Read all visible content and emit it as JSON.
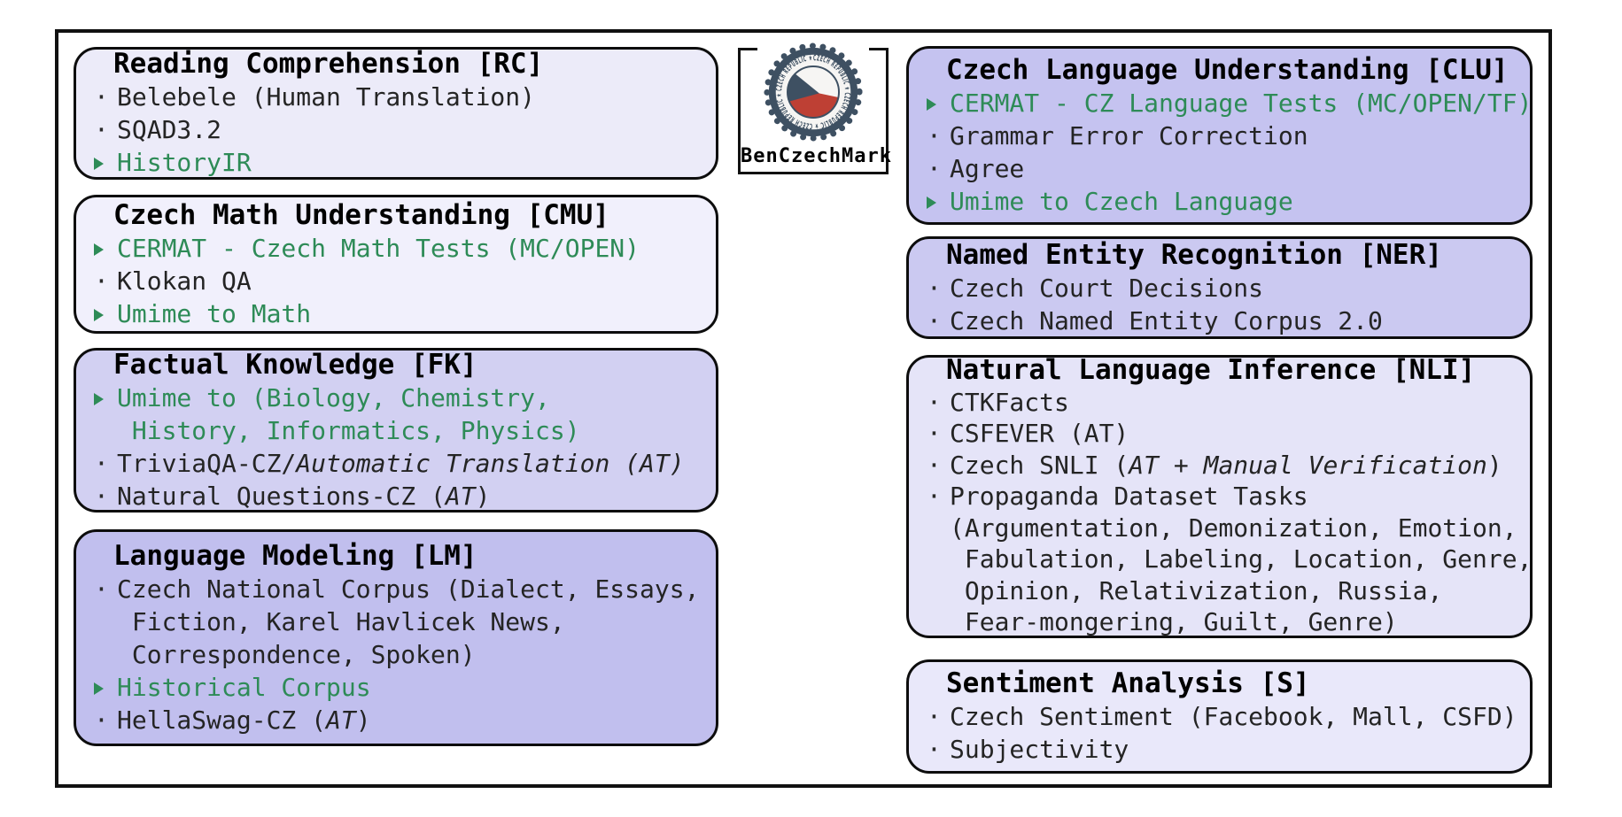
{
  "logo": {
    "label": "BenCzechMark",
    "ring_text": "CZECH REPUBLIC ★ CZECH REPUBLIC ★ CZECH REPUBLIC ★ CZECH REPUBLIC ★",
    "colors": {
      "navy": "#3E5062",
      "red": "#BE4034",
      "white": "#F6F5F3"
    }
  },
  "colors": {
    "green": "#2E8B57",
    "dark_text": "#242424",
    "title": "#000000"
  },
  "boxes": [
    {
      "id": "rc",
      "title": "Reading Comprehension [RC]",
      "bg": "#ECEBF9",
      "items": [
        {
          "bullet": "dot",
          "green": false,
          "lines": [
            [
              {
                "t": "Belebele (Human Translation)"
              }
            ]
          ]
        },
        {
          "bullet": "dot",
          "green": false,
          "lines": [
            [
              {
                "t": "SQAD3.2"
              }
            ]
          ]
        },
        {
          "bullet": "triangle",
          "green": true,
          "lines": [
            [
              {
                "t": "HistoryIR"
              }
            ]
          ]
        }
      ]
    },
    {
      "id": "cmu",
      "title": "Czech Math Understanding [CMU]",
      "bg": "#F1F0FC",
      "items": [
        {
          "bullet": "triangle",
          "green": true,
          "lines": [
            [
              {
                "t": "CERMAT - Czech Math Tests (MC/OPEN)"
              }
            ]
          ]
        },
        {
          "bullet": "dot",
          "green": false,
          "lines": [
            [
              {
                "t": "Klokan QA"
              }
            ]
          ]
        },
        {
          "bullet": "triangle",
          "green": true,
          "lines": [
            [
              {
                "t": "Umime to Math"
              }
            ]
          ]
        }
      ]
    },
    {
      "id": "fk",
      "title": "Factual Knowledge [FK]",
      "bg": "#D2D0F2",
      "items": [
        {
          "bullet": "triangle",
          "green": true,
          "lines": [
            [
              {
                "t": "Umime to (Biology, Chemistry,"
              }
            ],
            [
              {
                "t": " History, Informatics, Physics)"
              }
            ]
          ]
        },
        {
          "bullet": "dot",
          "green": false,
          "lines": [
            [
              {
                "t": "TriviaQA-CZ/"
              },
              {
                "t": "Automatic Translation (AT)",
                "i": true
              }
            ]
          ]
        },
        {
          "bullet": "dot",
          "green": false,
          "lines": [
            [
              {
                "t": "Natural Questions-CZ ("
              },
              {
                "t": "AT",
                "i": true
              },
              {
                "t": ")"
              }
            ]
          ]
        }
      ]
    },
    {
      "id": "lm",
      "title": "Language Modeling [LM]",
      "bg": "#C1BFEE",
      "items": [
        {
          "bullet": "dot",
          "green": false,
          "lines": [
            [
              {
                "t": "Czech National Corpus (Dialect, Essays,"
              }
            ],
            [
              {
                "t": " Fiction, Karel Havlicek News,"
              }
            ],
            [
              {
                "t": " Correspondence, Spoken)"
              }
            ]
          ]
        },
        {
          "bullet": "triangle",
          "green": true,
          "lines": [
            [
              {
                "t": "Historical Corpus"
              }
            ]
          ]
        },
        {
          "bullet": "dot",
          "green": false,
          "lines": [
            [
              {
                "t": "HellaSwag-CZ ("
              },
              {
                "t": "AT",
                "i": true
              },
              {
                "t": ")"
              }
            ]
          ]
        }
      ]
    },
    {
      "id": "clu",
      "title": "Czech Language Understanding [CLU]",
      "bg": "#C5C3F0",
      "items": [
        {
          "bullet": "triangle",
          "green": true,
          "lines": [
            [
              {
                "t": "CERMAT - CZ Language Tests (MC/OPEN/TF)"
              }
            ]
          ]
        },
        {
          "bullet": "dot",
          "green": false,
          "lines": [
            [
              {
                "t": "Grammar Error Correction"
              }
            ]
          ]
        },
        {
          "bullet": "dot",
          "green": false,
          "lines": [
            [
              {
                "t": "Agree"
              }
            ]
          ]
        },
        {
          "bullet": "triangle",
          "green": true,
          "lines": [
            [
              {
                "t": "Umime to Czech Language"
              }
            ]
          ]
        }
      ]
    },
    {
      "id": "ner",
      "title": "Named Entity Recognition [NER]",
      "bg": "#CBC9F1",
      "items": [
        {
          "bullet": "dot",
          "green": false,
          "lines": [
            [
              {
                "t": "Czech Court Decisions"
              }
            ]
          ]
        },
        {
          "bullet": "dot",
          "green": false,
          "lines": [
            [
              {
                "t": "Czech Named Entity Corpus 2.0"
              }
            ]
          ]
        }
      ]
    },
    {
      "id": "nli",
      "title": "Natural Language Inference [NLI]",
      "bg": "#E5E4F8",
      "items": [
        {
          "bullet": "dot",
          "green": false,
          "lines": [
            [
              {
                "t": "CTKFacts"
              }
            ]
          ]
        },
        {
          "bullet": "dot",
          "green": false,
          "lines": [
            [
              {
                "t": "CSFEVER (AT)"
              }
            ]
          ]
        },
        {
          "bullet": "dot",
          "green": false,
          "lines": [
            [
              {
                "t": "Czech SNLI ("
              },
              {
                "t": "AT + Manual Verification",
                "i": true
              },
              {
                "t": ")"
              }
            ]
          ]
        },
        {
          "bullet": "dot",
          "green": false,
          "lines": [
            [
              {
                "t": "Propaganda Dataset Tasks"
              }
            ],
            [
              {
                "t": "(Argumentation, Demonization, Emotion,"
              }
            ],
            [
              {
                "t": " Fabulation, Labeling, Location, Genre,"
              }
            ],
            [
              {
                "t": " Opinion, Relativization, Russia,"
              }
            ],
            [
              {
                "t": " Fear-mongering, Guilt, Genre)"
              }
            ]
          ]
        }
      ]
    },
    {
      "id": "s",
      "title": "Sentiment Analysis [S]",
      "bg": "#E9E8FA",
      "items": [
        {
          "bullet": "dot",
          "green": false,
          "lines": [
            [
              {
                "t": "Czech Sentiment (Facebook, Mall, CSFD)"
              }
            ]
          ]
        },
        {
          "bullet": "dot",
          "green": false,
          "lines": [
            [
              {
                "t": "Subjectivity"
              }
            ]
          ]
        }
      ]
    }
  ]
}
